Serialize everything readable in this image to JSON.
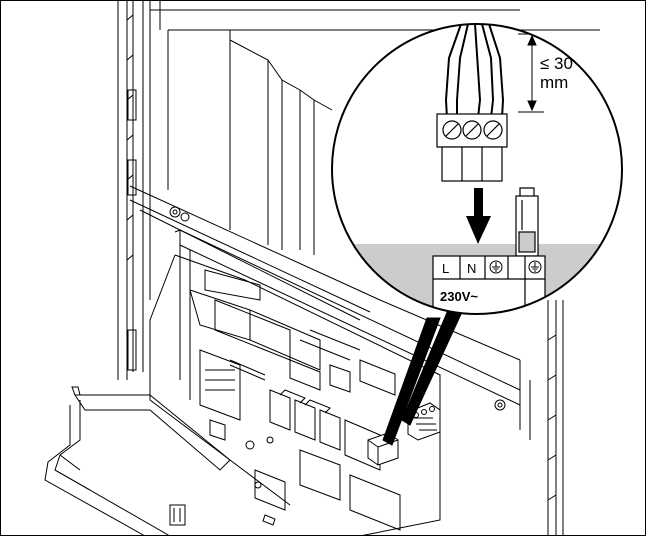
{
  "callout": {
    "dimension_line1": "≤ 30",
    "dimension_line2": "mm",
    "terminal_L": "L",
    "terminal_N": "N",
    "voltage": "230V~"
  },
  "colors": {
    "line": "#000000",
    "background": "#ffffff",
    "shaded_panel": "#cccccc",
    "light_fill": "#f2f2f2"
  },
  "icons": [
    "ground-symbol-icon",
    "screw-icon",
    "arrow-down-icon"
  ]
}
